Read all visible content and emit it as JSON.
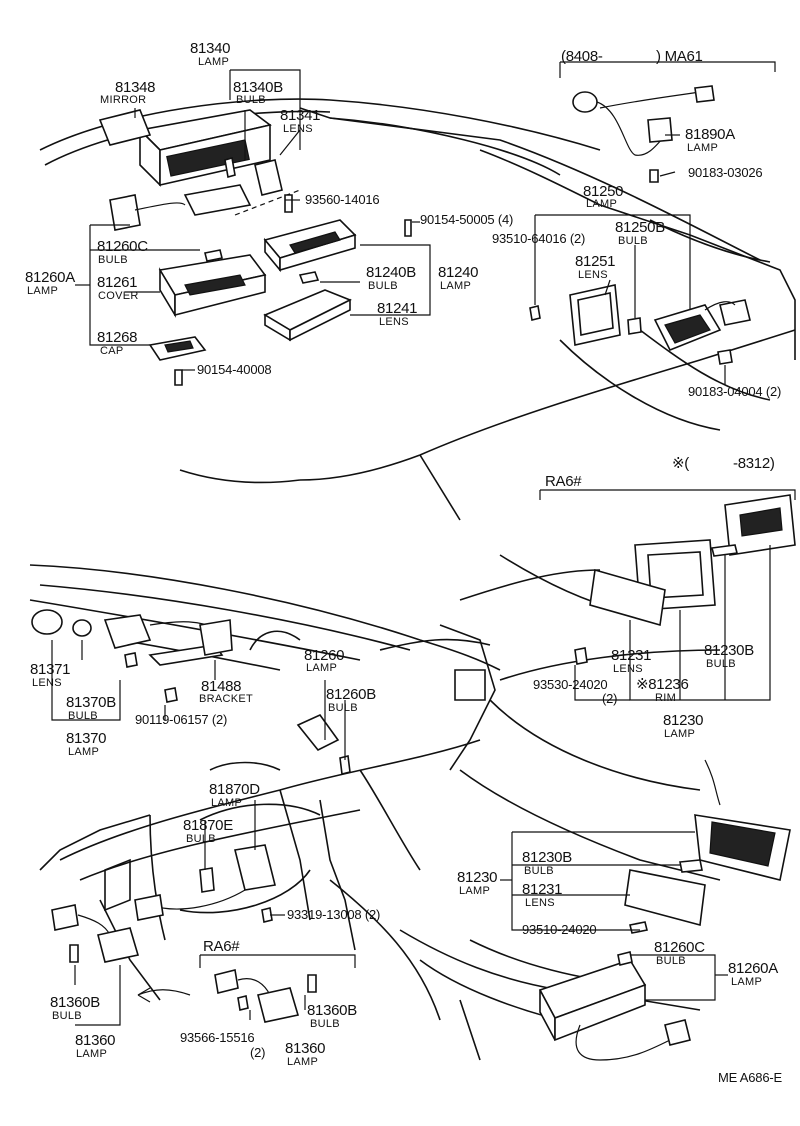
{
  "diagram": {
    "reference": "ME  A686-E",
    "callouts": {
      "c81340": {
        "num": "81340",
        "desc": "LAMP"
      },
      "c81348": {
        "num": "81348",
        "desc": "MIRROR"
      },
      "c81340b": {
        "num": "81340B",
        "desc": "BULB"
      },
      "c81341": {
        "num": "81341",
        "desc": "LENS"
      },
      "c93560": {
        "num": "93560-14016"
      },
      "c90154a": {
        "num": "90154-50005 (4)"
      },
      "c81260c1": {
        "num": "81260C",
        "desc": "BULB"
      },
      "c81260a1": {
        "num": "81260A",
        "desc": "LAMP"
      },
      "c81261": {
        "num": "81261",
        "desc": "COVER"
      },
      "c81240b": {
        "num": "81240B",
        "desc": "BULB"
      },
      "c81240": {
        "num": "81240",
        "desc": "LAMP"
      },
      "c81241": {
        "num": "81241",
        "desc": "LENS"
      },
      "c81268": {
        "num": "81268",
        "desc": "CAP"
      },
      "c90154b": {
        "num": "90154-40008"
      },
      "c8408": {
        "num": "(8408-",
        "suffix": ") MA61"
      },
      "c81890a": {
        "num": "81890A",
        "desc": "LAMP"
      },
      "c90183a": {
        "num": "90183-03026"
      },
      "c81250": {
        "num": "81250",
        "desc": "LAMP"
      },
      "c93510a": {
        "num": "93510-64016 (2)"
      },
      "c81250b": {
        "num": "81250B",
        "desc": "BULB"
      },
      "c81251": {
        "num": "81251",
        "desc": "LENS"
      },
      "c90183b": {
        "num": "90183-04004 (2)"
      },
      "c8312": {
        "num": "※(",
        "suffix": "-8312)"
      },
      "cRA6a": {
        "num": "RA6#"
      },
      "c81231a": {
        "num": "81231",
        "desc": "LENS"
      },
      "c81230b1": {
        "num": "81230B",
        "desc": "BULB"
      },
      "c93530": {
        "num": "93530-24020",
        "desc": "(2)"
      },
      "c81236": {
        "num": "※81236",
        "desc": "RIM"
      },
      "c81230a": {
        "num": "81230",
        "desc": "LAMP"
      },
      "c81371": {
        "num": "81371",
        "desc": "LENS"
      },
      "c81370b": {
        "num": "81370B",
        "desc": "BULB"
      },
      "c81370": {
        "num": "81370",
        "desc": "LAMP"
      },
      "c81488": {
        "num": "81488",
        "desc": "BRACKET"
      },
      "c90119": {
        "num": "90119-06157 (2)"
      },
      "c81260": {
        "num": "81260",
        "desc": "LAMP"
      },
      "c81260b": {
        "num": "81260B",
        "desc": "BULB"
      },
      "c81870d": {
        "num": "81870D",
        "desc": "LAMP"
      },
      "c81870e": {
        "num": "81870E",
        "desc": "BULB"
      },
      "c93319": {
        "num": "93319-13008 (2)"
      },
      "cRA6b": {
        "num": "RA6#"
      },
      "c81360b1": {
        "num": "81360B",
        "desc": "BULB"
      },
      "c81360a": {
        "num": "81360",
        "desc": "LAMP"
      },
      "c93566": {
        "num": "93566-15516",
        "desc": "(2)"
      },
      "c81360b2": {
        "num": "81360B",
        "desc": "BULB"
      },
      "c81360b": {
        "num": "81360",
        "desc": "LAMP"
      },
      "c81230b": {
        "num": "81230",
        "desc": "LAMP"
      },
      "c81230b2": {
        "num": "81230B",
        "desc": "BULB"
      },
      "c81231b": {
        "num": "81231",
        "desc": "LENS"
      },
      "c93510b": {
        "num": "93510-24020"
      },
      "c81260c2": {
        "num": "81260C",
        "desc": "BULB"
      },
      "c81260a2": {
        "num": "81260A",
        "desc": "LAMP"
      }
    }
  }
}
